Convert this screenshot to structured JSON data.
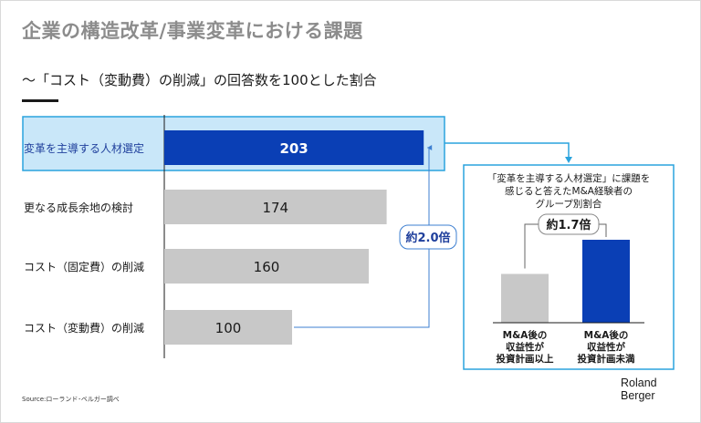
{
  "page": {
    "title": "企業の構造改革/事業変革における課題",
    "subtitle": "〜「コスト（変動費）の削減」の回答数を100とした割合",
    "source": "Source:ローランド･ベルガー調べ",
    "logo_line1": "Roland",
    "logo_line2": "Berger"
  },
  "chart_data": [
    {
      "type": "bar",
      "orientation": "horizontal",
      "categories": [
        "変革を主導する人材選定",
        "更なる成長余地の検討",
        "コスト（固定費）の削減",
        "コスト（変動費）の削減"
      ],
      "values": [
        203,
        174,
        160,
        100
      ],
      "highlight_index": 0,
      "colors": {
        "highlight": "#0a3fb5",
        "default": "#c8c8c8",
        "highlight_label": "#1f3f9c",
        "highlight_band": "#c9e7f9",
        "frame": "#2aa3dd"
      },
      "comparison_label": "約2.0倍"
    },
    {
      "type": "bar",
      "title": "「変革を主導する人材選定」に課題を感じると答えたM&A経験者のグループ別割合",
      "title_lines": [
        "「変革を主導する人材選定」に課題を",
        "感じると答えたM&A経験者の",
        "グループ別割合"
      ],
      "categories": [
        "M&A後の収益性が投資計画以上",
        "M&A後の収益性が投資計画未満"
      ],
      "category_lines": [
        [
          "M&A後の",
          "収益性が",
          "投資計画以上"
        ],
        [
          "M&A後の",
          "収益性が",
          "投資計画未満"
        ]
      ],
      "values": [
        1.0,
        1.7
      ],
      "colors": [
        "#c8c8c8",
        "#0a3fb5"
      ],
      "comparison_label": "約1.7倍"
    }
  ]
}
